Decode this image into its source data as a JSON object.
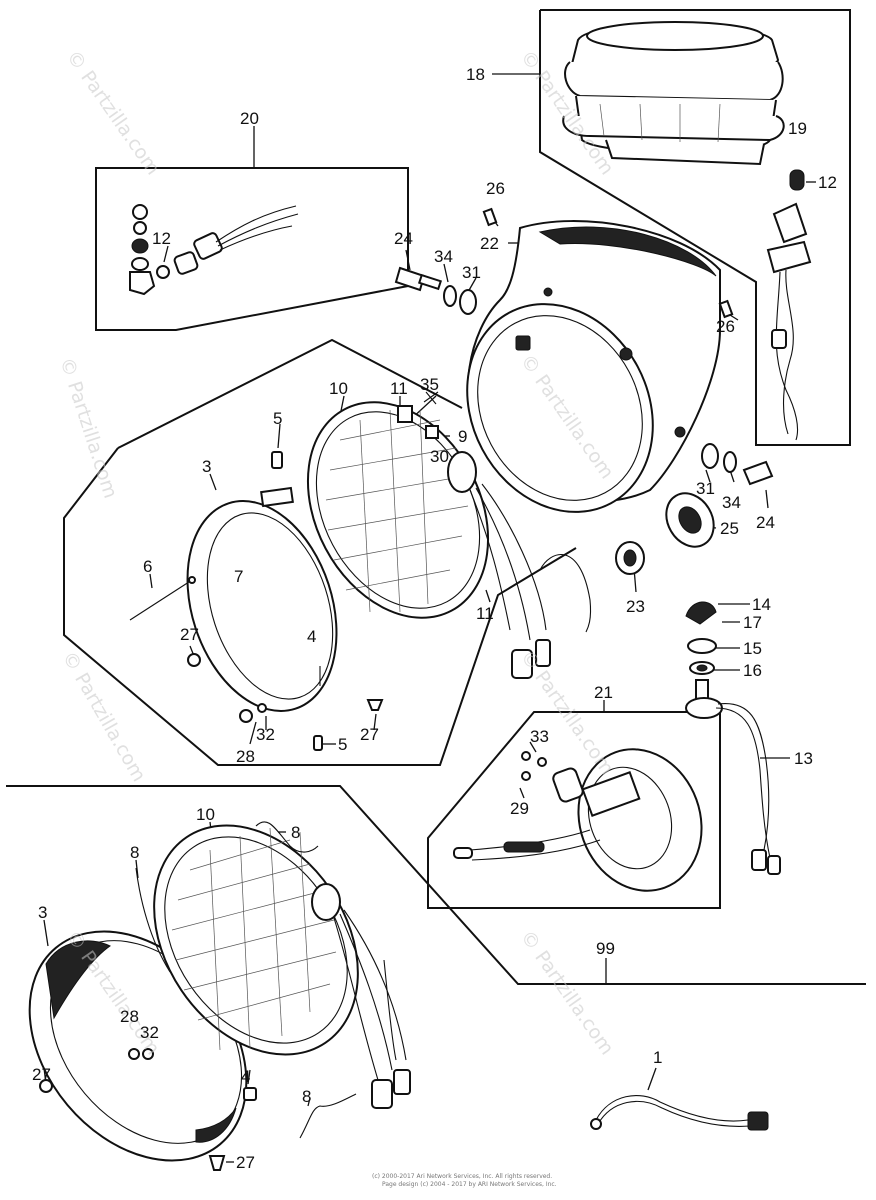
{
  "callouts": [
    {
      "id": "c1",
      "text": "1"
    },
    {
      "id": "c3a",
      "text": "3"
    },
    {
      "id": "c3b",
      "text": "3"
    },
    {
      "id": "c4a",
      "text": "4"
    },
    {
      "id": "c4b",
      "text": "4"
    },
    {
      "id": "c5a",
      "text": "5"
    },
    {
      "id": "c5b",
      "text": "5"
    },
    {
      "id": "c6",
      "text": "6"
    },
    {
      "id": "c7",
      "text": "7"
    },
    {
      "id": "c8a",
      "text": "8"
    },
    {
      "id": "c8b",
      "text": "8"
    },
    {
      "id": "c8c",
      "text": "8"
    },
    {
      "id": "c9",
      "text": "9"
    },
    {
      "id": "c10a",
      "text": "10"
    },
    {
      "id": "c10b",
      "text": "10"
    },
    {
      "id": "c11a",
      "text": "11"
    },
    {
      "id": "c11b",
      "text": "11"
    },
    {
      "id": "c12a",
      "text": "12"
    },
    {
      "id": "c12b",
      "text": "12"
    },
    {
      "id": "c13",
      "text": "13"
    },
    {
      "id": "c14",
      "text": "14"
    },
    {
      "id": "c15",
      "text": "15"
    },
    {
      "id": "c16",
      "text": "16"
    },
    {
      "id": "c17",
      "text": "17"
    },
    {
      "id": "c18",
      "text": "18"
    },
    {
      "id": "c19",
      "text": "19"
    },
    {
      "id": "c20",
      "text": "20"
    },
    {
      "id": "c21",
      "text": "21"
    },
    {
      "id": "c22",
      "text": "22"
    },
    {
      "id": "c23",
      "text": "23"
    },
    {
      "id": "c24a",
      "text": "24"
    },
    {
      "id": "c24b",
      "text": "24"
    },
    {
      "id": "c25",
      "text": "25"
    },
    {
      "id": "c26a",
      "text": "26"
    },
    {
      "id": "c26b",
      "text": "26"
    },
    {
      "id": "c27a",
      "text": "27"
    },
    {
      "id": "c27b",
      "text": "27"
    },
    {
      "id": "c27c",
      "text": "27"
    },
    {
      "id": "c27d",
      "text": "27"
    },
    {
      "id": "c28a",
      "text": "28"
    },
    {
      "id": "c28b",
      "text": "28"
    },
    {
      "id": "c29",
      "text": "29"
    },
    {
      "id": "c30",
      "text": "30"
    },
    {
      "id": "c31a",
      "text": "31"
    },
    {
      "id": "c31b",
      "text": "31"
    },
    {
      "id": "c32a",
      "text": "32"
    },
    {
      "id": "c32b",
      "text": "32"
    },
    {
      "id": "c33",
      "text": "33"
    },
    {
      "id": "c34a",
      "text": "34"
    },
    {
      "id": "c34b",
      "text": "34"
    },
    {
      "id": "c35",
      "text": "35"
    },
    {
      "id": "c99",
      "text": "99"
    }
  ],
  "watermark": "© Partzilla.com",
  "footer": {
    "line1": "(c) 2000-2017 Ari Network Services, Inc. All rights reserved.",
    "line2": "Page design (c) 2004 - 2017 by ARI Network Services, Inc."
  }
}
